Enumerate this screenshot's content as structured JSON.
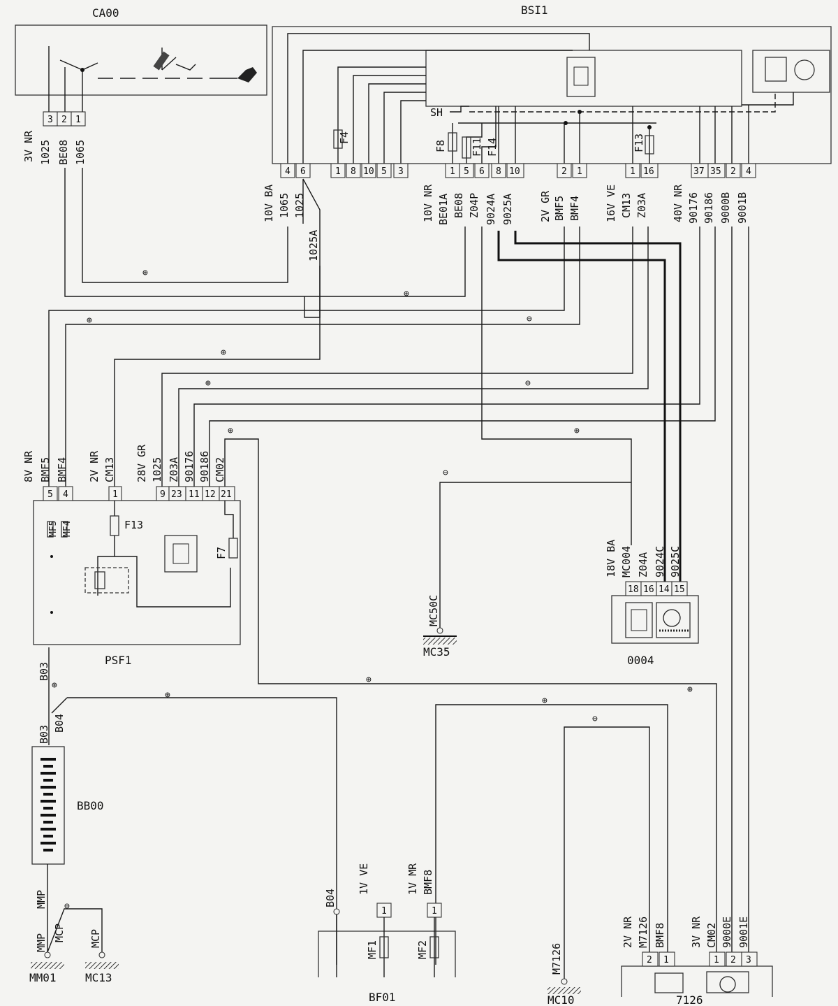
{
  "components": {
    "ca00": "CA00",
    "bsi1": "BSI1",
    "psf1": "PSF1",
    "bb00": "BB00",
    "bf01": "BF01",
    "c0004": "0004",
    "c7126": "7126",
    "mc35": "MC35",
    "mc10": "MC10",
    "mm01": "MM01",
    "mc13": "MC13"
  },
  "ca00_connector": {
    "label": "3V NR",
    "pins": [
      "3",
      "2",
      "1"
    ],
    "wires": [
      "1025",
      "BE08",
      "1065"
    ]
  },
  "bsi1_connectors": {
    "c10v_ba": {
      "label": "10V BA",
      "pins": [
        "4",
        "6"
      ],
      "wires": [
        "1065",
        "1025"
      ],
      "wire_branch": "1025A"
    },
    "c_inner_pins": [
      "1",
      "8",
      "10",
      "5",
      "3"
    ],
    "c10v_nr": {
      "label": "10V NR",
      "pins": [
        "1",
        "5",
        "6",
        "8",
        "10"
      ],
      "wires": [
        "BE01A",
        "BE08",
        "Z04P",
        "9024A",
        "9025A"
      ]
    },
    "c2v_gr": {
      "label": "2V GR",
      "pins": [
        "2",
        "1"
      ],
      "wires": [
        "BMF5",
        "BMF4"
      ]
    },
    "c16v_ve": {
      "label": "16V VE",
      "pins": [
        "1",
        "16"
      ],
      "wires": [
        "CM13",
        "Z03A"
      ]
    },
    "c40v_nr": {
      "label": "40V NR",
      "pins": [
        "37",
        "35",
        "2",
        "4"
      ],
      "wires": [
        "90176",
        "90186",
        "9000B",
        "9001B"
      ]
    },
    "fuses": [
      "F4",
      "F8",
      "F11",
      "F14",
      "F13"
    ],
    "sh_label": "SH"
  },
  "psf1_connectors": {
    "c8v_nr": {
      "label": "8V NR",
      "pins": [
        "5",
        "4"
      ],
      "wires": [
        "BMF5",
        "BMF4"
      ]
    },
    "c2v_nr": {
      "label": "2V NR",
      "pins": [
        "1"
      ],
      "wires": [
        "CM13"
      ]
    },
    "c28v_gr": {
      "label": "28V GR",
      "pins": [
        "9",
        "23",
        "11",
        "12",
        "21"
      ],
      "wires": [
        "1025",
        "Z03A",
        "90176",
        "90186",
        "CM02"
      ]
    },
    "internal": [
      "MF5",
      "MF4",
      "F13",
      "F7"
    ]
  },
  "c0004_connector": {
    "label": "18V BA",
    "pins": [
      "18",
      "16",
      "14",
      "15"
    ],
    "wires": [
      "MC004",
      "Z04A",
      "9024C",
      "9025C"
    ]
  },
  "mc35_wire": "MC50C",
  "battery": {
    "top_wires": [
      "B03",
      "B04"
    ],
    "above": "B03",
    "bottom_wire": "MMP"
  },
  "grounds": {
    "mm01_wire": "MMP",
    "mc13_wire": "MCP",
    "mc13_drop": "MCP",
    "mc10_wire": "M7126"
  },
  "bf01": {
    "b04": "B04",
    "c1": {
      "label": "1V VE",
      "pin": "1",
      "fuse": "MF1"
    },
    "c2": {
      "label": "1V MR",
      "pin": "1",
      "wire": "BMF8",
      "fuse": "MF2"
    }
  },
  "c7126_connectors": {
    "c2v_nr": {
      "label": "2V NR",
      "pins": [
        "2",
        "1"
      ],
      "wires": [
        "M7126",
        "BMF8"
      ]
    },
    "c3v_nr": {
      "label": "3V NR",
      "pins": [
        "1",
        "2",
        "3"
      ],
      "wires": [
        "CM02",
        "9000E",
        "9001E"
      ]
    }
  },
  "polarity": {
    "pos": "⊕",
    "neg": "⊖"
  }
}
